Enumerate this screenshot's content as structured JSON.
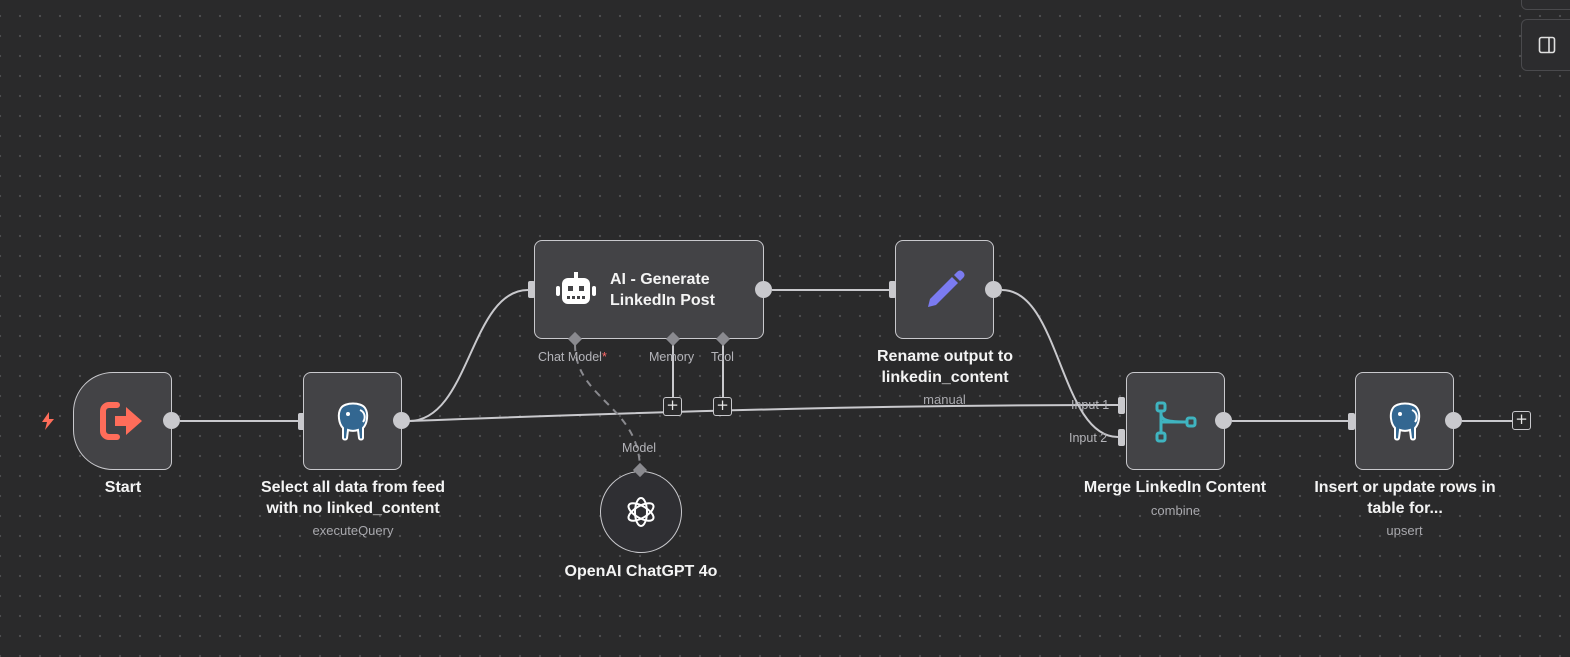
{
  "colors": {
    "canvas": "#2a2a2b",
    "node_bg": "#434346",
    "node_border": "#c9c9cd",
    "edge": "#c9c9cd",
    "trigger_accent": "#ff6d5a",
    "postgres_blue": "#336791",
    "edit_purple": "#7b7bf0",
    "merge_teal": "#3fb4c0",
    "required_marker": "#ff6b6b"
  },
  "nodes": {
    "start": {
      "title": "Start",
      "icon": "sign-out-icon"
    },
    "select": {
      "title": "Select all data from feed with no linked_content",
      "subtitle": "executeQuery",
      "icon": "postgres-elephant-icon"
    },
    "ai": {
      "title": "AI - Generate LinkedIn Post",
      "icon": "robot-icon",
      "ports": {
        "chat_model": "Chat Model",
        "required_marker": "*",
        "memory": "Memory",
        "tool": "Tool"
      }
    },
    "openai": {
      "title": "OpenAI ChatGPT 4o",
      "port": "Model",
      "icon": "openai-logo-icon"
    },
    "rename": {
      "title": "Rename output to linkedin_content",
      "subtitle": "manual",
      "icon": "pencil-icon"
    },
    "merge": {
      "title": "Merge LinkedIn Content",
      "subtitle": "combine",
      "icon": "merge-branch-icon",
      "inputs": [
        "Input 1",
        "Input 2"
      ]
    },
    "upsert": {
      "title": "Insert or update rows in table for...",
      "subtitle": "upsert",
      "icon": "postgres-elephant-icon"
    }
  },
  "controls": {
    "add_symbol": "+",
    "trigger_icon": "lightning-bolt-icon",
    "panel_toggle_icon": "sidebar-panel-icon"
  }
}
